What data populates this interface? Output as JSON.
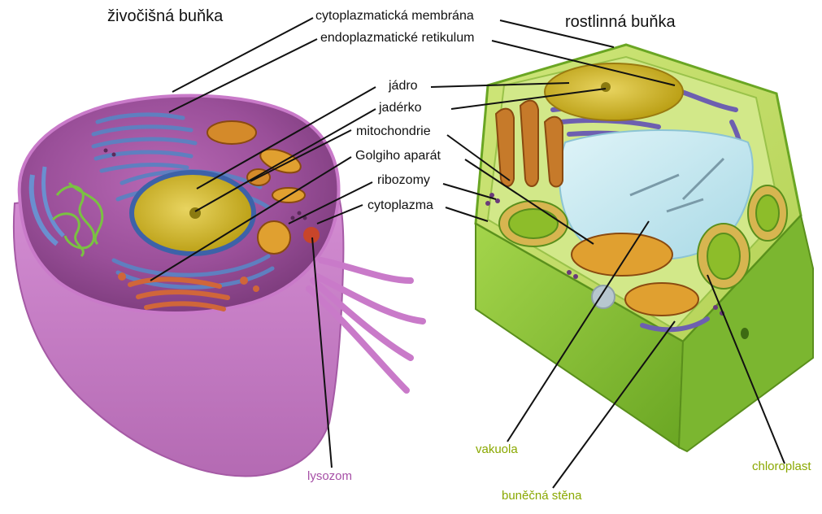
{
  "titles": {
    "animal_cell": "živočišná buňka",
    "plant_cell": "rostlinná buňka"
  },
  "labels": {
    "cytoplasmic_membrane": "cytoplazmatická membrána",
    "endoplasmic_reticulum": "endoplazmatické retikulum",
    "nucleus": "jádro",
    "nucleolus": "jadérko",
    "mitochondria": "mitochondrie",
    "golgi": "Golgiho aparát",
    "ribosomes": "ribozomy",
    "cytoplasm": "cytoplazma",
    "lysosome": "lysozom",
    "vacuole": "vakuola",
    "cell_wall": "buněčná stěna",
    "chloroplast": "chloroplast"
  },
  "colors": {
    "leader_line": "#111111",
    "animal_label": "#a64fa6",
    "plant_label": "#8aa800",
    "animal_membrane": "#c97ac9",
    "animal_cytoplasm": "#a55aa5",
    "er": "#5f7fc0",
    "nucleus": "#c9b21f",
    "mitochondrion": "#d48a2a",
    "golgi": "#d0663a",
    "plant_wall": "#8cc63f",
    "vacuole": "#bfe6f0",
    "chloroplast": "#8dbd2a"
  }
}
